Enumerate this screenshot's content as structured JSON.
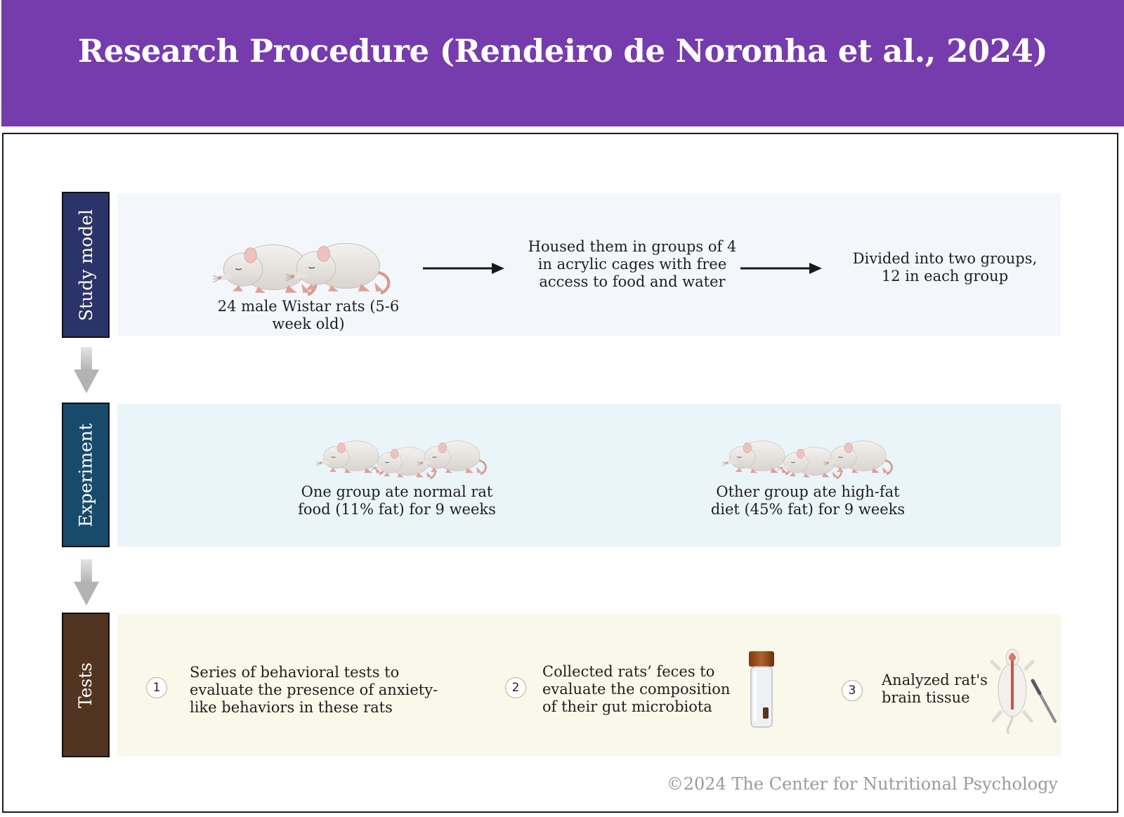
{
  "title": "Research Procedure (Rendeiro de Noronha et al., 2024)",
  "sections": {
    "study_model": {
      "label": "Study model",
      "color": "#2b3468",
      "band_color": "#f3f7fc",
      "step1": "24 male Wistar rats (5-6 week old)",
      "step2": "Housed them in groups of 4 in acrylic cages with free access to food and water",
      "step3": "Divided into two groups, 12 in each group"
    },
    "experiment": {
      "label": "Experiment",
      "color": "#184b6b",
      "band_color": "#eaf5fa",
      "group1": "One group ate normal rat food (11% fat) for 9 weeks",
      "group2": "Other group ate high-fat diet (45% fat) for 9 weeks"
    },
    "tests": {
      "label": "Tests",
      "color": "#513422",
      "band_color": "#faf8ea",
      "items": [
        {
          "number": "1",
          "text": "Series of behavioral tests to evaluate the presence of anxiety-like behaviors in these rats"
        },
        {
          "number": "2",
          "text": "Collected rats’ feces to evaluate the composition of their gut microbiota"
        },
        {
          "number": "3",
          "text": "Analyzed rat's brain tissue"
        }
      ]
    }
  },
  "icons": [
    "rat-icon",
    "arrow-right-icon",
    "arrow-down-icon",
    "sample-tube-icon",
    "dissected-rat-icon",
    "scalpel-icon"
  ],
  "copyright": "©2024 The Center for Nutritional Psychology"
}
